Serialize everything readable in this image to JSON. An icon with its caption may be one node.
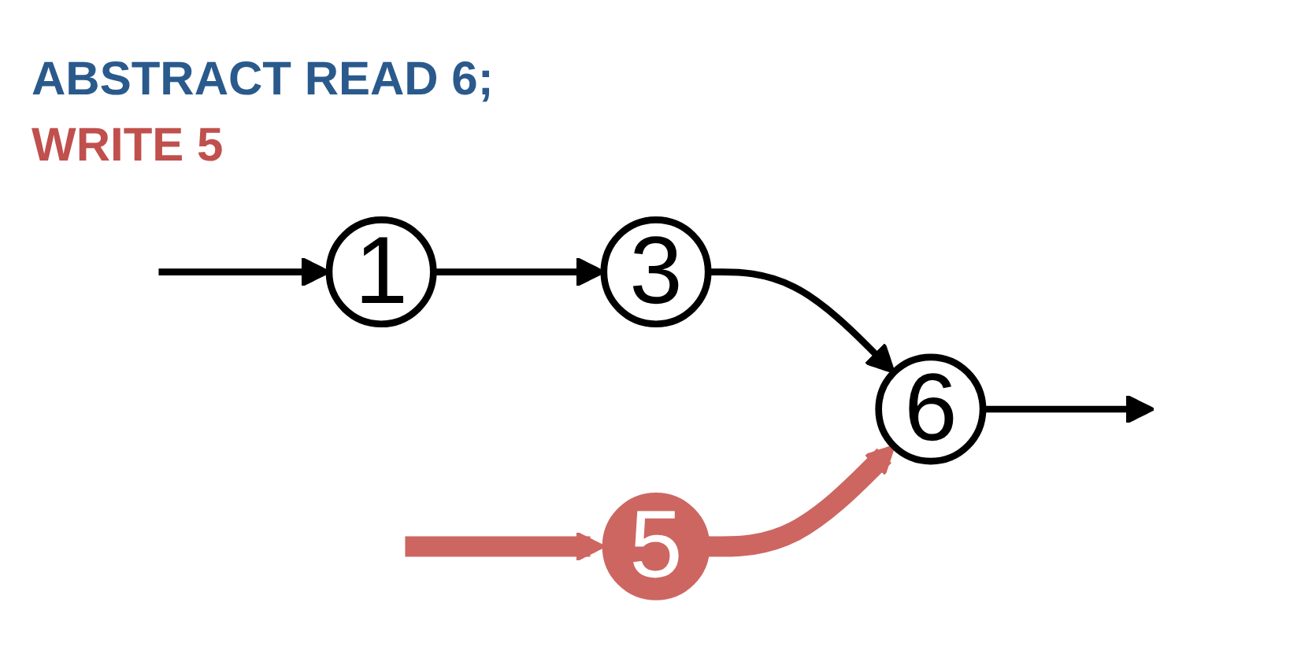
{
  "diagram": {
    "nodes": [
      {
        "text": [
          "1"
        ]
      },
      {
        "text": [
          "3"
        ]
      },
      {
        "text": [
          "6"
        ]
      },
      {
        "text": [
          "5"
        ]
      }
    ],
    "edges": [
      {
        "from": null,
        "to": 0,
        "arrow": "to"
      },
      {
        "from": 0,
        "to": 1,
        "arrow": "to"
      },
      {
        "from": 1,
        "to": 2,
        "arrow": "to"
      },
      {
        "from": 2,
        "to": null,
        "arrow": "to"
      },
      {
        "from": null,
        "to": 3,
        "arrow": "to",
        "style": "thick",
        "color": "#cd6661"
      },
      {
        "from": 3,
        "to": 2,
        "arrow": "to",
        "style": "thick",
        "color": "#cd6661"
      }
    ],
    "labels": [
      "ABSTRACT READ 6;",
      "WRITE 5"
    ]
  }
}
